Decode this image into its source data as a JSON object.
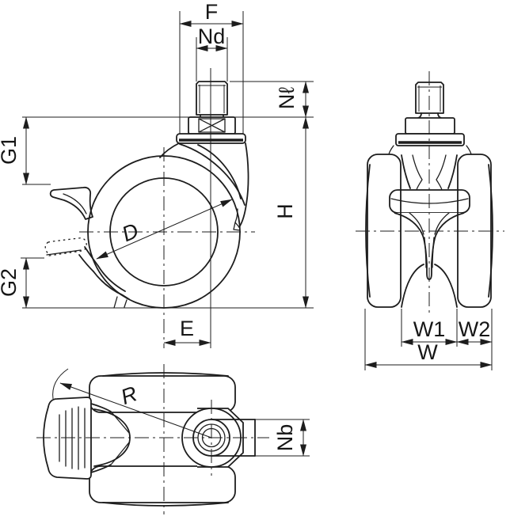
{
  "drawing": {
    "background": "#ffffff",
    "line_color": "#1d1d1d",
    "views": {
      "side_view": {
        "dim_labels": {
          "f": "F",
          "nd": "Nd",
          "nl": "Nℓ",
          "g1": "G1",
          "g2": "G2",
          "d": "D",
          "e": "E",
          "h": "H"
        }
      },
      "front_view": {
        "dim_labels": {
          "w1": "W1",
          "w2": "W2",
          "w": "W"
        }
      },
      "top_view": {
        "dim_labels": {
          "r": "R",
          "nb": "Nb"
        }
      }
    }
  }
}
